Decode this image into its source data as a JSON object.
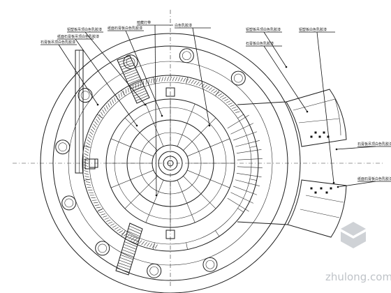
{
  "drawing": {
    "type": "circular floor plan (reflected ceiling plan)",
    "line_color": "#1c1c1c",
    "background": "#ffffff",
    "radial_divisions": 16,
    "perimeter_columns": 12
  },
  "callouts": [
    {
      "id": "c1",
      "text": "铝塑板吊顶白色乳胶漆"
    },
    {
      "id": "c2",
      "text": "纸面石膏板吊顶白色乳胶漆"
    },
    {
      "id": "c3",
      "text": "石膏板吊顶白色乳胶漆"
    },
    {
      "id": "c4",
      "text": "纸面石膏板白色乳胶漆"
    },
    {
      "id": "c5",
      "text": "白色乳胶漆"
    },
    {
      "id": "c6",
      "text": "暗藏灯带"
    },
    {
      "id": "c7",
      "text": "铝塑板吊顶白色乳胶漆"
    },
    {
      "id": "c8",
      "text": "石膏板白色乳胶漆"
    },
    {
      "id": "c9",
      "text": "铝塑板白色乳胶漆"
    },
    {
      "id": "c10",
      "text": "石膏板吊顶白色乳胶漆"
    },
    {
      "id": "c11",
      "text": "纸面石膏板白色乳胶漆"
    }
  ],
  "watermark": {
    "text": "zhulong.com",
    "color": "#bfc3c8"
  }
}
